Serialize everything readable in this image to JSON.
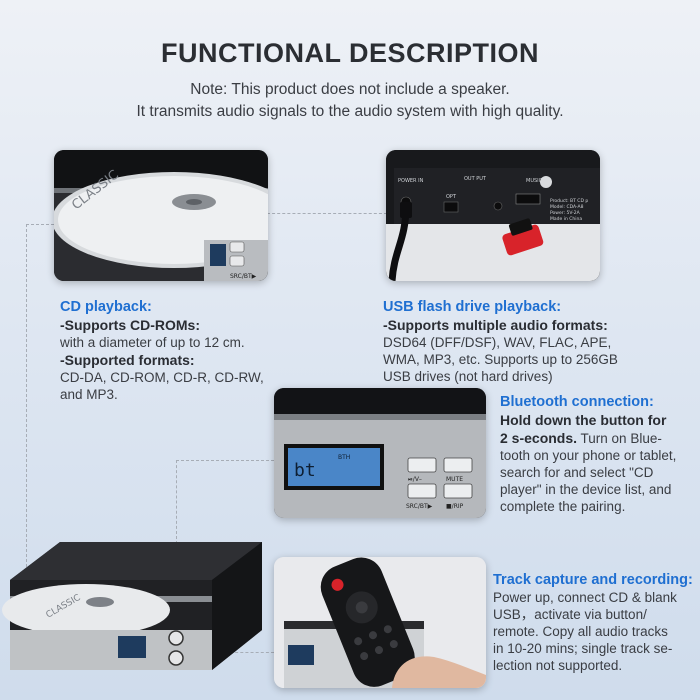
{
  "header": {
    "title": "FUNCTIONAL DESCRIPTION",
    "subtitle_line1": "Note: This product does not include a speaker.",
    "subtitle_line2": "It transmits audio signals to the audio system with high quality."
  },
  "cd_playback": {
    "heading": "CD playback:",
    "item1_bold": "-Supports CD-ROMs:",
    "item1_text": "with a diameter of up to 12 cm.",
    "item2_bold": "-Supported formats:",
    "item2_line1": "CD-DA, CD-ROM, CD-R, CD-RW,",
    "item2_line2": "and MP3."
  },
  "usb_playback": {
    "heading": "USB flash drive playback:",
    "bold": "-Supports multiple audio formats:",
    "line1": "DSD64 (DFF/DSF), WAV, FLAC, APE,",
    "line2": "WMA, MP3, etc. Supports up to 256GB",
    "line3": "USB drives (not hard drives)"
  },
  "bluetooth": {
    "heading": "Bluetooth connection:",
    "bold_line1": "Hold down the button for",
    "bold_line2": "2 s-econds.",
    "line2_rest": " Turn on Blue-",
    "line3": "tooth on your phone or tablet,",
    "line4": "search for and select \"CD",
    "line5": "player\" in the device list, and",
    "line6": "complete the pairing."
  },
  "track_capture": {
    "heading": "Track capture and recording:",
    "line1": "Power up, connect CD & blank",
    "line2": "USB，activate via button/",
    "line3": "remote. Copy all audio tracks",
    "line4": "in 10-20 mins; single track se-",
    "line5": "lection not supported."
  },
  "device_labels": {
    "cd_label": "CLASSIC",
    "lcd_text": "bt",
    "lcd_small": "BTH",
    "power_in": "POWER IN",
    "output": "OUT PUT",
    "music": "MUSIC",
    "opt": "OPT",
    "src_btn": "SRC/BT▶",
    "mute_btn": "MUTE",
    "play_btn": "⏯/V–",
    "rip_btn": "■/RIP",
    "product_info": "Product: BT CD p\nModel: CDA-A8\nPower: 5V-2A\nMade in China"
  },
  "colors": {
    "accent_blue": "#1f6fd1",
    "title_dark": "#2b2e33",
    "device_black": "#1c1d20",
    "usb_red": "#d8232a"
  }
}
